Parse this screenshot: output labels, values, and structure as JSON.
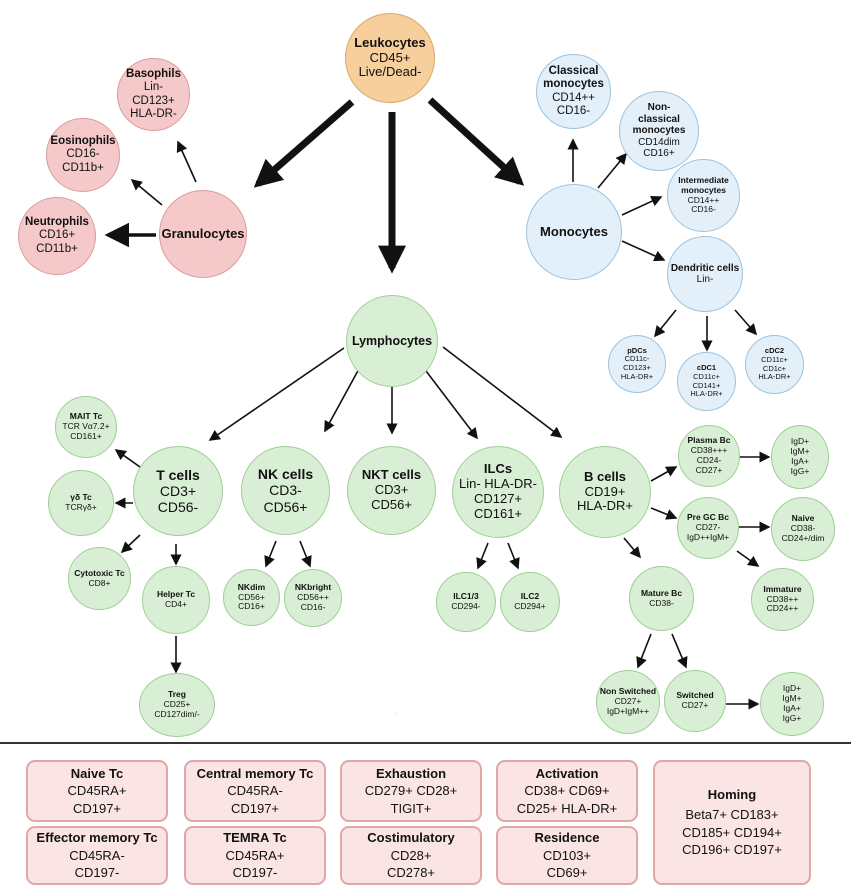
{
  "nodes": {
    "leukocytes": {
      "title": "Leukocytes",
      "lines": [
        "CD45+",
        "Live/Dead-"
      ]
    },
    "basophils": {
      "title": "Basophils",
      "lines": [
        "Lin-",
        "CD123+",
        "HLA-DR-"
      ]
    },
    "eosinophils": {
      "title": "Eosinophils",
      "lines": [
        "CD16-",
        "CD11b+"
      ]
    },
    "neutrophils": {
      "title": "Neutrophils",
      "lines": [
        "CD16+",
        "CD11b+"
      ]
    },
    "granulocytes": {
      "title": "Granulocytes",
      "lines": []
    },
    "classical_monocytes": {
      "title": "Classical monocytes",
      "lines": [
        "CD14++",
        "CD16-"
      ]
    },
    "nonclassical_monocytes": {
      "title": "Non-classical monocytes",
      "lines": [
        "CD14dim",
        "CD16+"
      ]
    },
    "intermediate_monocytes": {
      "title": "Intermediate monocytes",
      "lines": [
        "CD14++",
        "CD16-"
      ]
    },
    "monocytes": {
      "title": "Monocytes",
      "lines": []
    },
    "dendritic_cells": {
      "title": "Dendritic cells",
      "lines": [
        "Lin-"
      ]
    },
    "pdcs": {
      "title": "pDCs",
      "lines": [
        "CD11c-",
        "CD123+",
        "HLA-DR+"
      ]
    },
    "cdc1": {
      "title": "cDC1",
      "lines": [
        "CD11c+",
        "CD141+",
        "HLA-DR+"
      ]
    },
    "cdc2": {
      "title": "cDC2",
      "lines": [
        "CD11c+",
        "CD1c+",
        "HLA-DR+"
      ]
    },
    "lymphocytes": {
      "title": "Lymphocytes",
      "lines": []
    },
    "t_cells": {
      "title": "T cells",
      "lines": [
        "CD3+",
        "CD56-"
      ]
    },
    "nk_cells": {
      "title": "NK cells",
      "lines": [
        "CD3-",
        "CD56+"
      ]
    },
    "nkt_cells": {
      "title": "NKT cells",
      "lines": [
        "CD3+",
        "CD56+"
      ]
    },
    "ilcs": {
      "title": "ILCs",
      "lines": [
        "Lin- HLA-DR-",
        "CD127+",
        "CD161+"
      ]
    },
    "b_cells": {
      "title": "B cells",
      "lines": [
        "CD19+",
        "HLA-DR+"
      ]
    },
    "mait_tc": {
      "title": "MAIT Tc",
      "lines": [
        "TCR Vα7.2+",
        "CD161+"
      ]
    },
    "gd_tc": {
      "title": "γδ Tc",
      "lines": [
        "TCRγδ+"
      ]
    },
    "cytotoxic_tc": {
      "title": "Cytotoxic Tc",
      "lines": [
        "CD8+"
      ]
    },
    "helper_tc": {
      "title": "Helper Tc",
      "lines": [
        "CD4+"
      ]
    },
    "treg": {
      "title": "Treg",
      "lines": [
        "CD25+",
        "CD127dim/-"
      ]
    },
    "nkdim": {
      "title": "NKdim",
      "lines": [
        "CD56+",
        "CD16+"
      ]
    },
    "nkbright": {
      "title": "NKbright",
      "lines": [
        "CD56++",
        "CD16-"
      ]
    },
    "ilc13": {
      "title": "ILC1/3",
      "lines": [
        "CD294-"
      ]
    },
    "ilc2": {
      "title": "ILC2",
      "lines": [
        "CD294+"
      ]
    },
    "plasma_bc": {
      "title": "Plasma Bc",
      "lines": [
        "CD38+++",
        "CD24-",
        "CD27+"
      ]
    },
    "plasma_ig": {
      "title": "",
      "lines": [
        "IgD+",
        "IgM+",
        "IgA+",
        "IgG+"
      ]
    },
    "pre_gc_bc": {
      "title": "Pre GC Bc",
      "lines": [
        "CD27-",
        "IgD++IgM+"
      ]
    },
    "naive_bc": {
      "title": "Naive",
      "lines": [
        "CD38-",
        "CD24+/dim"
      ]
    },
    "immature_bc": {
      "title": "Immature",
      "lines": [
        "CD38++",
        "CD24++"
      ]
    },
    "mature_bc": {
      "title": "Mature Bc",
      "lines": [
        "CD38-"
      ]
    },
    "non_switched": {
      "title": "Non Switched",
      "lines": [
        "CD27+",
        "IgD+IgM++"
      ]
    },
    "switched": {
      "title": "Switched",
      "lines": [
        "CD27+"
      ]
    },
    "switched_ig": {
      "title": "",
      "lines": [
        "IgD+",
        "IgM+",
        "IgA+",
        "IgG+"
      ]
    }
  },
  "boxes": [
    {
      "title": "Naive Tc",
      "lines": [
        "CD45RA+",
        "CD197+"
      ]
    },
    {
      "title": "Effector memory Tc",
      "lines": [
        "CD45RA-",
        "CD197-"
      ]
    },
    {
      "title": "Central memory Tc",
      "lines": [
        "CD45RA-",
        "CD197+"
      ]
    },
    {
      "title": "TEMRA Tc",
      "lines": [
        "CD45RA+",
        "CD197-"
      ]
    },
    {
      "title": "Exhaustion",
      "lines": [
        "CD279+ CD28+",
        "TIGIT+"
      ]
    },
    {
      "title": "Costimulatory",
      "lines": [
        "CD28+",
        "CD278+"
      ]
    },
    {
      "title": "Activation",
      "lines": [
        "CD38+ CD69+",
        "CD25+ HLA-DR+"
      ]
    },
    {
      "title": "Residence",
      "lines": [
        "CD103+",
        "CD69+"
      ]
    },
    {
      "title": "Homing",
      "lines": [
        "Beta7+ CD183+",
        "CD185+ CD194+",
        "CD196+ CD197+"
      ]
    }
  ]
}
